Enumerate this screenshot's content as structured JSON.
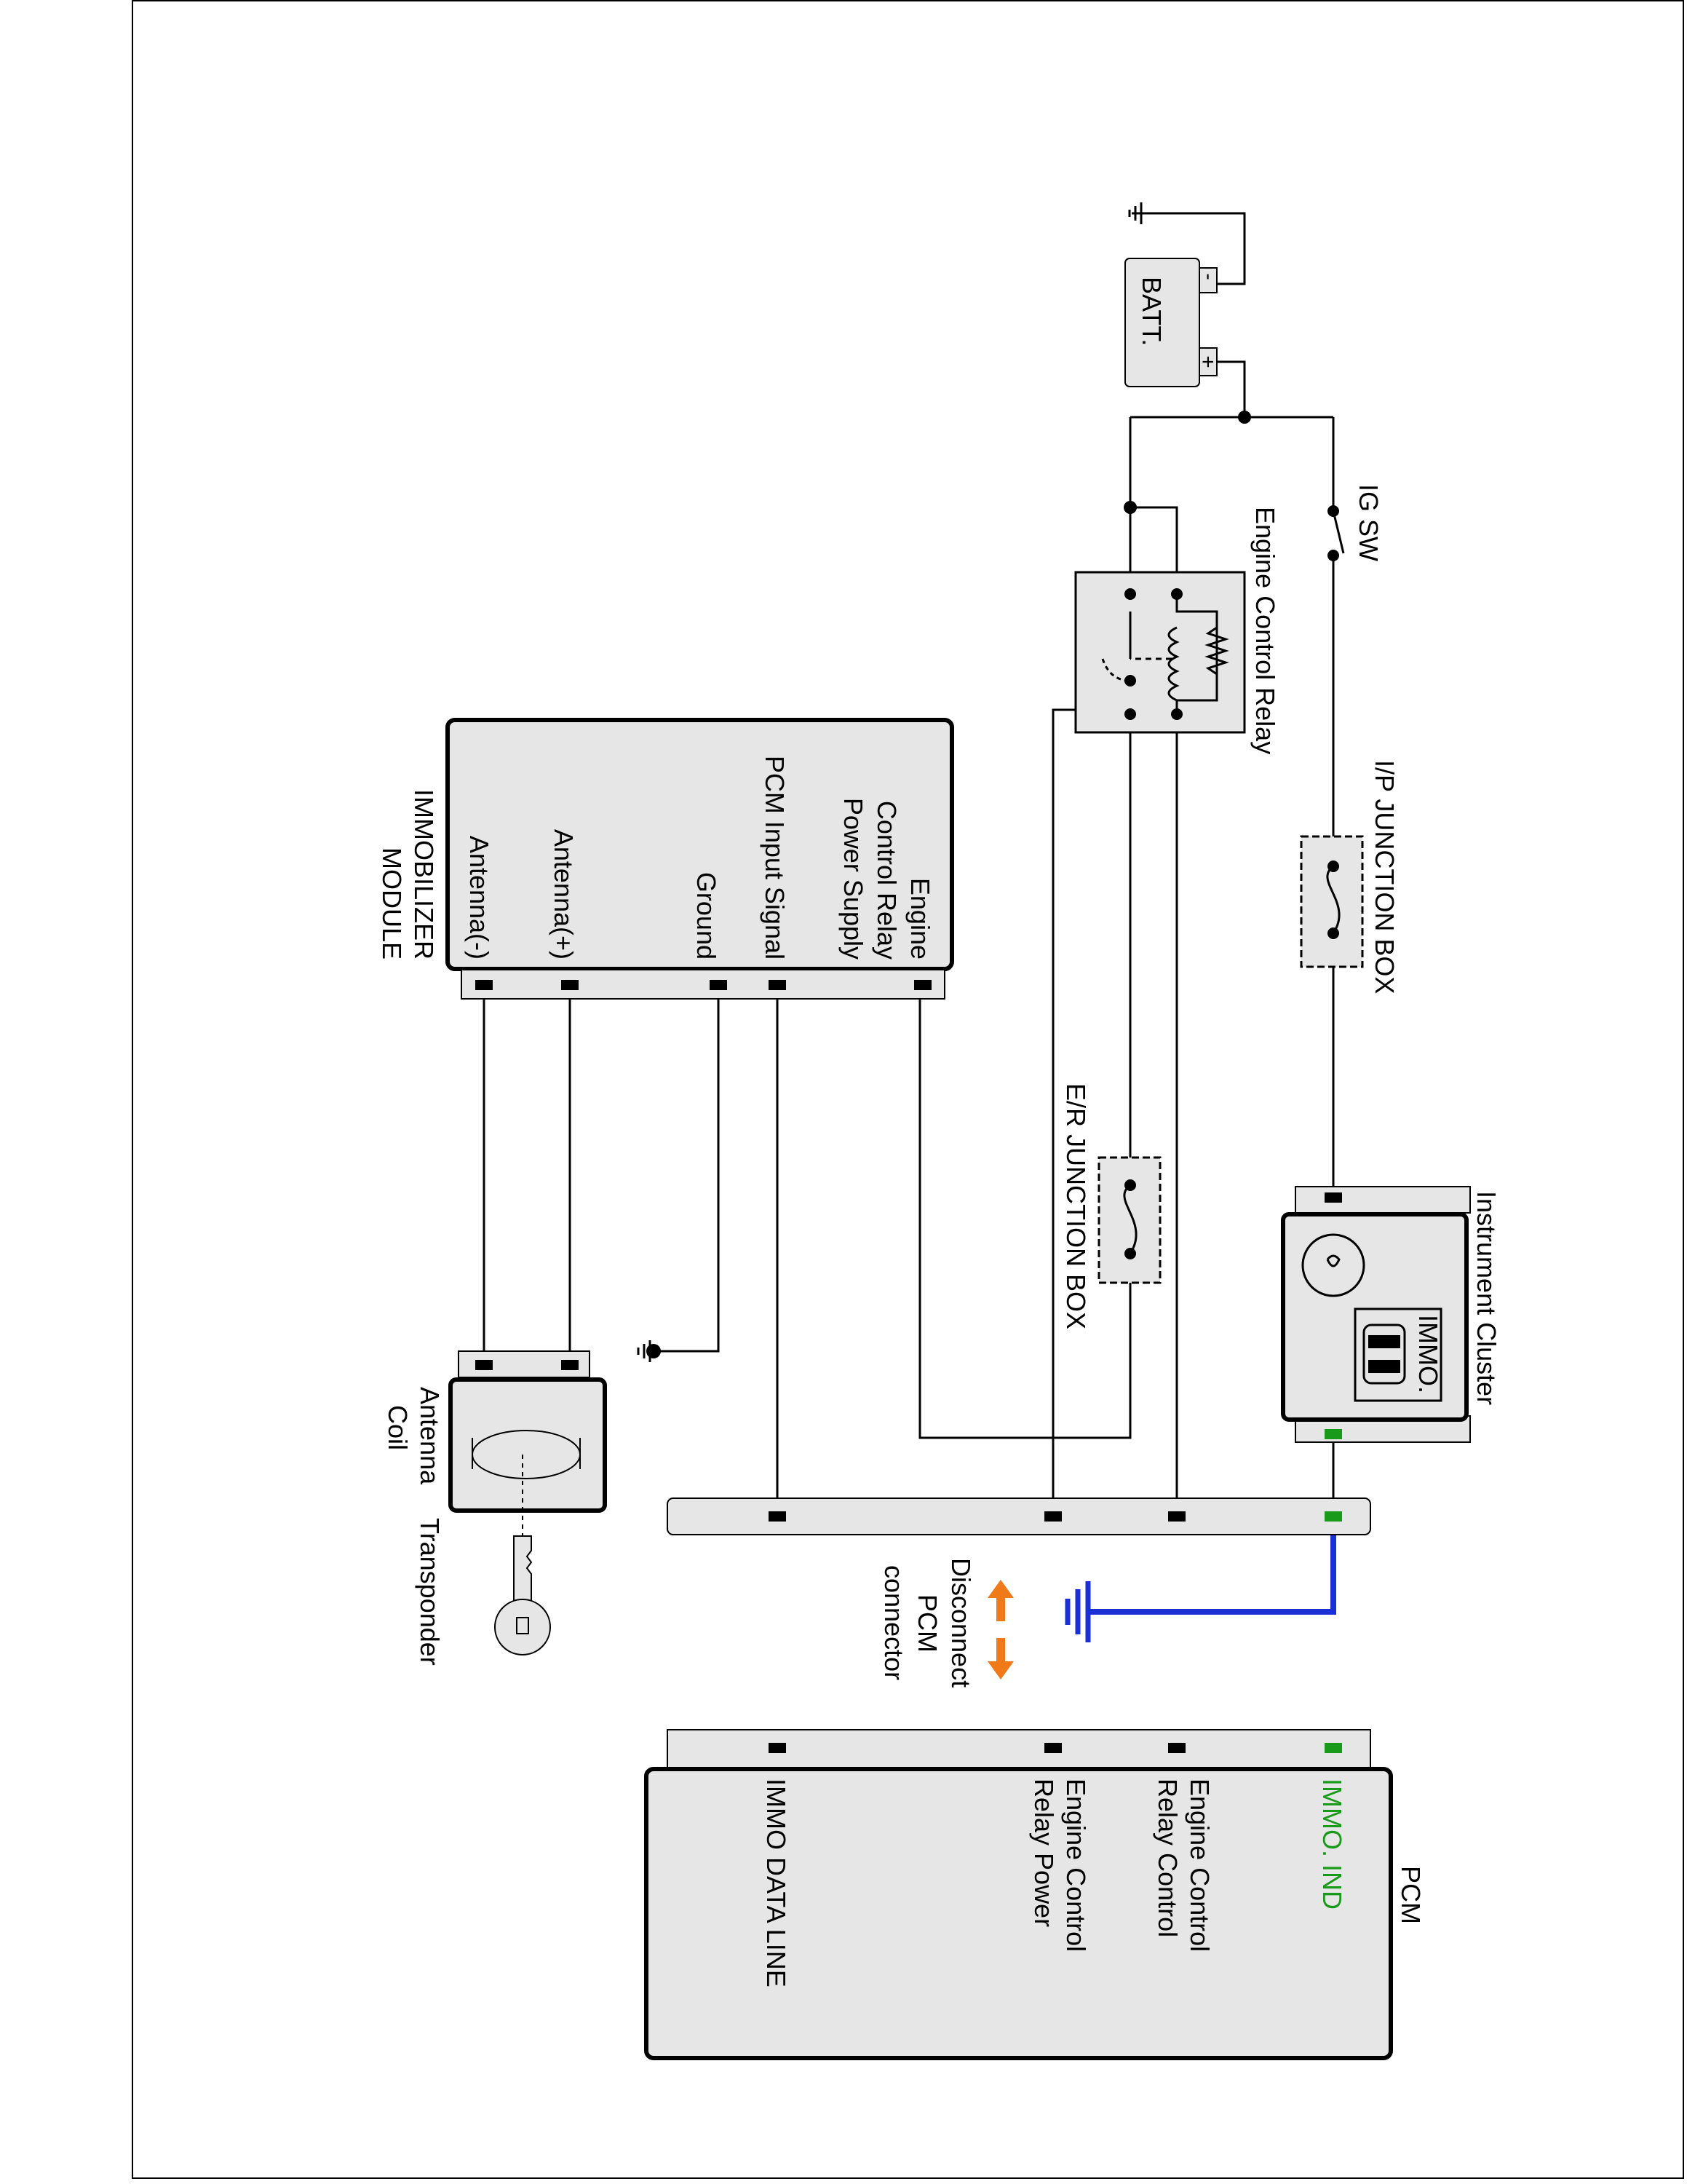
{
  "components": {
    "battery": "BATT.",
    "battery_plus": "+",
    "battery_minus": "-",
    "ig_switch": "IG SW",
    "engine_control_relay": "Engine Control Relay",
    "ip_junction_box": "I/P JUNCTION BOX",
    "er_junction_box": "E/R JUNCTION BOX",
    "instrument_cluster": "Instrument Cluster",
    "immo_lamp": "IMMO.",
    "antenna_coil": [
      "Antenna",
      "Coil"
    ],
    "transponder": "Transponder",
    "disconnect": [
      "Disconnect",
      "PCM",
      "connector"
    ]
  },
  "immobilizer_module": {
    "title": [
      "IMMOBILIZER",
      "MODULE"
    ],
    "pins": [
      [
        "Engine",
        "Control Relay",
        "Power Supply"
      ],
      [
        "PCM Input Signal"
      ],
      [
        "Ground"
      ],
      [
        "Antenna(+)"
      ],
      [
        "Antenna(-)"
      ]
    ]
  },
  "pcm": {
    "title": "PCM",
    "pins": [
      [
        "IMMO. IND"
      ],
      [
        "Engine Control",
        "Relay Control"
      ],
      [
        "Engine Control",
        "Relay Power"
      ],
      [
        "IMMO DATA LINE"
      ]
    ]
  },
  "colors": {
    "immo_ind": "#1a9a1a",
    "ground_highlight": "#1a2fd6",
    "disconnect_arrows": "#f07a1a",
    "component_fill": "#e6e6e6"
  }
}
